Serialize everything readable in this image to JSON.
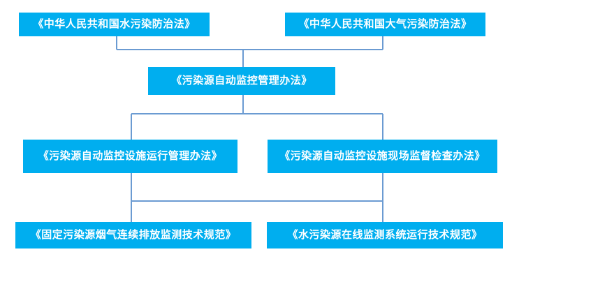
{
  "diagram": {
    "type": "hierarchy-flowchart",
    "orientation": "top-down",
    "title": "",
    "colors": {
      "node_fill": "#00aeef",
      "node_text": "#ffffff",
      "connector": "#6b9bd2",
      "background": "#ffffff"
    },
    "levels": [
      {
        "level": 1,
        "nodes": [
          {
            "id": "water-law",
            "label": "《中华人民共和国水污染防治法》"
          },
          {
            "id": "air-law",
            "label": "《中华人民共和国大气污染防治法》"
          }
        ]
      },
      {
        "level": 2,
        "nodes": [
          {
            "id": "auto-monitor",
            "label": "《污染源自动监控管理办法》"
          }
        ]
      },
      {
        "level": 3,
        "nodes": [
          {
            "id": "facility-run",
            "label": "《污染源自动监控设施运行管理办法》"
          },
          {
            "id": "site-inspect",
            "label": "《污染源自动监控设施现场监督检查办法》"
          }
        ]
      },
      {
        "level": 4,
        "nodes": [
          {
            "id": "cems-spec",
            "label": "《固定污染源烟气连续排放监测技术规范》"
          },
          {
            "id": "water-online",
            "label": "《水污染源在线监测系统运行技术规范》"
          }
        ]
      }
    ],
    "edges": [
      {
        "from": "water-law",
        "to": "auto-monitor"
      },
      {
        "from": "air-law",
        "to": "auto-monitor"
      },
      {
        "from": "auto-monitor",
        "to": "facility-run"
      },
      {
        "from": "auto-monitor",
        "to": "site-inspect"
      },
      {
        "from": "facility-run",
        "to": "cems-spec"
      },
      {
        "from": "facility-run",
        "to": "water-online"
      },
      {
        "from": "site-inspect",
        "to": "cems-spec"
      },
      {
        "from": "site-inspect",
        "to": "water-online"
      }
    ]
  }
}
